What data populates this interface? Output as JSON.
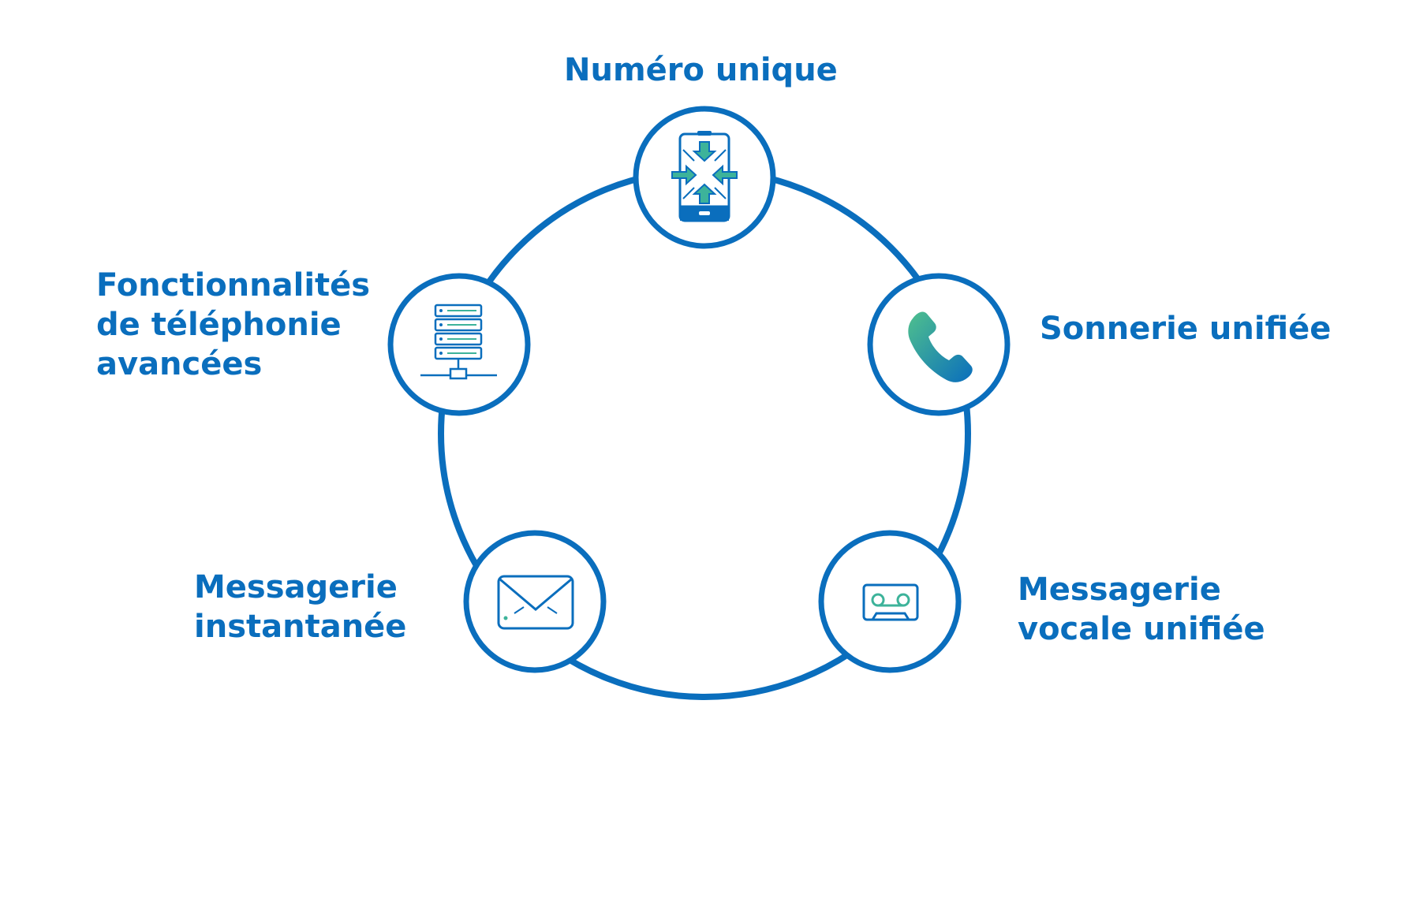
{
  "colors": {
    "primary": "#0a6ebd",
    "teal": "#3db39a",
    "background": "#ffffff"
  },
  "nodes": [
    {
      "id": "numero-unique",
      "icon": "mobile-phone-arrows-icon",
      "lines": [
        "Numéro unique"
      ]
    },
    {
      "id": "sonnerie-unifiee",
      "icon": "phone-handset-icon",
      "lines": [
        "Sonnerie unifiée"
      ]
    },
    {
      "id": "messagerie-vocale-unifiee",
      "icon": "voicemail-icon",
      "lines": [
        "Messagerie",
        "vocale unifiée"
      ]
    },
    {
      "id": "messagerie-instantanee",
      "icon": "envelope-icon",
      "lines": [
        "Messagerie",
        "instantanée"
      ]
    },
    {
      "id": "fonctionnalites-telephonie",
      "icon": "server-network-icon",
      "lines": [
        "Fonctionnalités",
        "de téléphonie",
        "avancées"
      ]
    }
  ]
}
